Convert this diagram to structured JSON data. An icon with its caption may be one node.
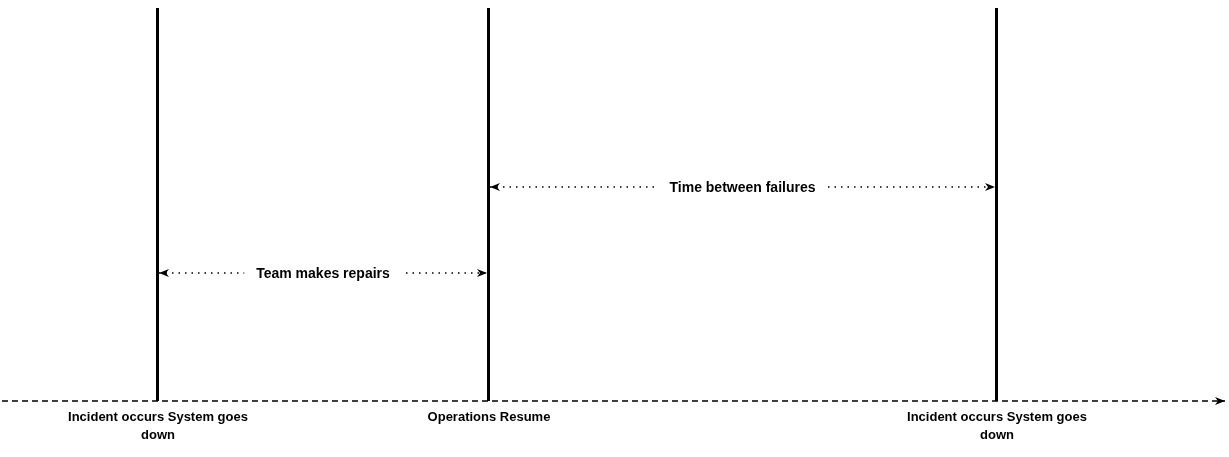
{
  "diagram": {
    "nodes": [
      {
        "text": [],
        "shape": "bar",
        "beside": [
          "Incident occurs System goes down"
        ]
      },
      {
        "text": [],
        "shape": "bar",
        "beside": [
          "Operations Resume"
        ]
      },
      {
        "text": [],
        "shape": "bar",
        "beside": [
          "Incident occurs System goes down"
        ]
      }
    ],
    "edges": [
      {
        "from": 0,
        "to": 1,
        "arrow": "both",
        "style": "dashed",
        "label": "Team makes repairs"
      },
      {
        "from": 1,
        "to": 2,
        "arrow": "both",
        "style": "dashed",
        "label": "Time between failures"
      }
    ]
  }
}
